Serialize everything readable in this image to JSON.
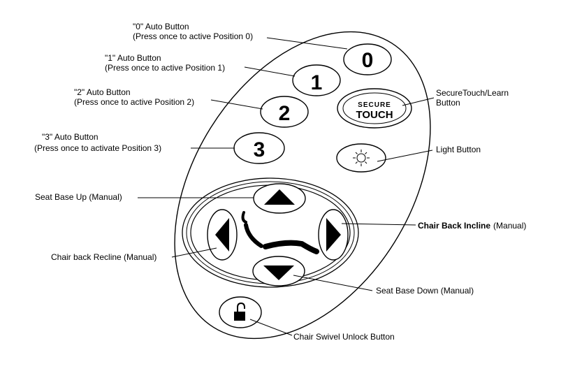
{
  "buttons": {
    "pos0": {
      "glyph": "0",
      "title": "\"0\" Auto Button",
      "subtitle": "(Press once to active Position 0)"
    },
    "pos1": {
      "glyph": "1",
      "title": "\"1\" Auto Button",
      "subtitle": "(Press once to active Position 1)"
    },
    "pos2": {
      "glyph": "2",
      "title": "\"2\" Auto Button",
      "subtitle": "(Press once to active Position 2)"
    },
    "pos3": {
      "glyph": "3",
      "title": "\"3\" Auto Button",
      "subtitle": "(Press once to activate Position 3)"
    },
    "secure": {
      "logo_top": "SECURE",
      "logo_bottom": "TOUCH",
      "label_line1": "SecureTouch/Learn",
      "label_line2": "Button"
    },
    "light": {
      "icon": "sun-icon",
      "label": "Light Button"
    },
    "seat_up": {
      "icon": "arrow-up-icon",
      "label": "Seat Base Up (Manual)"
    },
    "seat_down": {
      "icon": "arrow-down-icon",
      "label": "Seat Base Down (Manual)"
    },
    "recline": {
      "icon": "arrow-left-icon",
      "label": "Chair back Recline (Manual)"
    },
    "incline": {
      "icon": "arrow-right-icon",
      "label_bold": "Chair Back Incline",
      "label_suffix": "(Manual)"
    },
    "swivel": {
      "icon": "unlock-icon",
      "label": "Chair Swivel Unlock Button"
    }
  },
  "center_icon": "chair-icon"
}
